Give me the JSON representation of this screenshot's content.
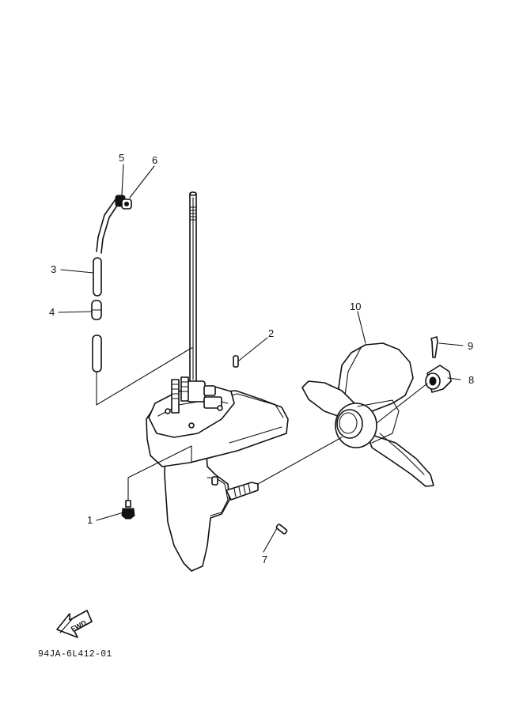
{
  "diagram": {
    "callouts": [
      {
        "id": "1",
        "label": "1"
      },
      {
        "id": "2",
        "label": "2"
      },
      {
        "id": "3",
        "label": "3"
      },
      {
        "id": "4",
        "label": "4"
      },
      {
        "id": "5",
        "label": "5"
      },
      {
        "id": "6",
        "label": "6"
      },
      {
        "id": "7",
        "label": "7"
      },
      {
        "id": "8",
        "label": "8"
      },
      {
        "id": "9",
        "label": "9"
      },
      {
        "id": "10",
        "label": "10"
      }
    ],
    "fwd_label": "FWD",
    "drawing_code": "94JA-6L412-01"
  }
}
